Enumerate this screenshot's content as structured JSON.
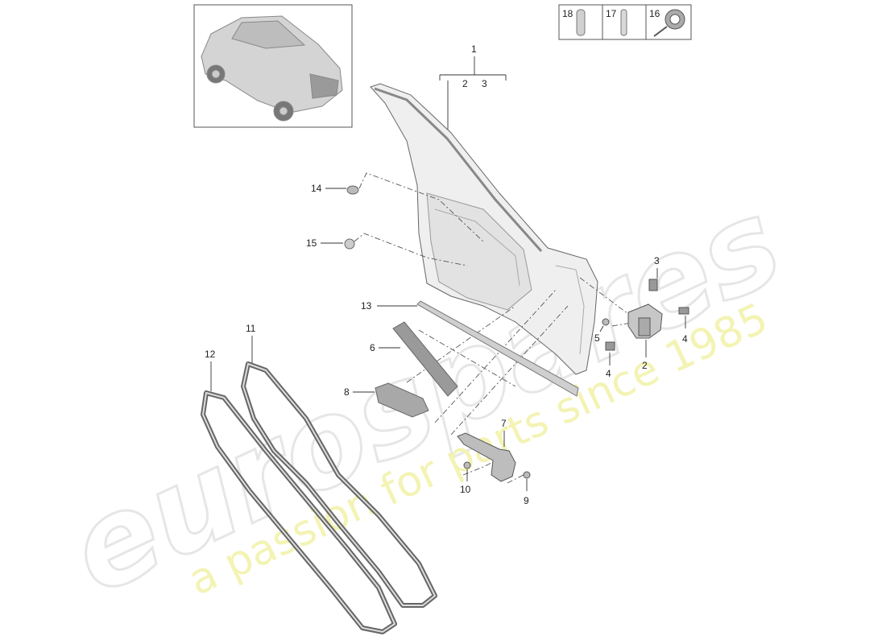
{
  "diagram": {
    "callouts": {
      "c1": "1",
      "c2a": "2",
      "c3a": "3",
      "c2b": "2",
      "c3b": "3",
      "c4a": "4",
      "c4b": "4",
      "c5": "5",
      "c6": "6",
      "c7": "7",
      "c8": "8",
      "c9": "9",
      "c10": "10",
      "c11": "11",
      "c12": "12",
      "c13": "13",
      "c14": "14",
      "c15": "15",
      "c16": "16",
      "c17": "17",
      "c18": "18"
    },
    "watermark": {
      "brand": "eurospares",
      "tagline": "a passion for parts since 1985"
    }
  }
}
